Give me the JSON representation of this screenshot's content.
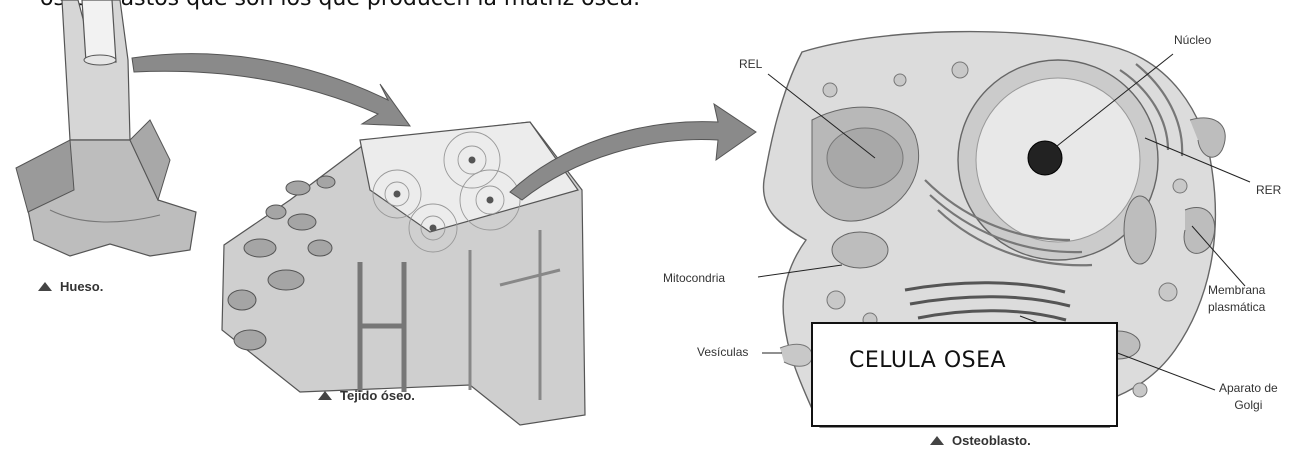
{
  "header_text": "osteoblastos que son los que producen la matriz osea.",
  "captions": {
    "hueso": "Hueso.",
    "tejido": "Tejido óseo.",
    "osteoblasto": "Osteoblasto."
  },
  "labels": {
    "nucleo": "Núcleo",
    "rel": "REL",
    "rer": "RER",
    "mitocondria": "Mitocondria",
    "membrana_1": "Membrana",
    "membrana_2": "plasmática",
    "vesiculas": "Vesículas",
    "aparato_1": "Aparato de",
    "aparato_2": "Golgi"
  },
  "box_label": "CELULA OSEA"
}
